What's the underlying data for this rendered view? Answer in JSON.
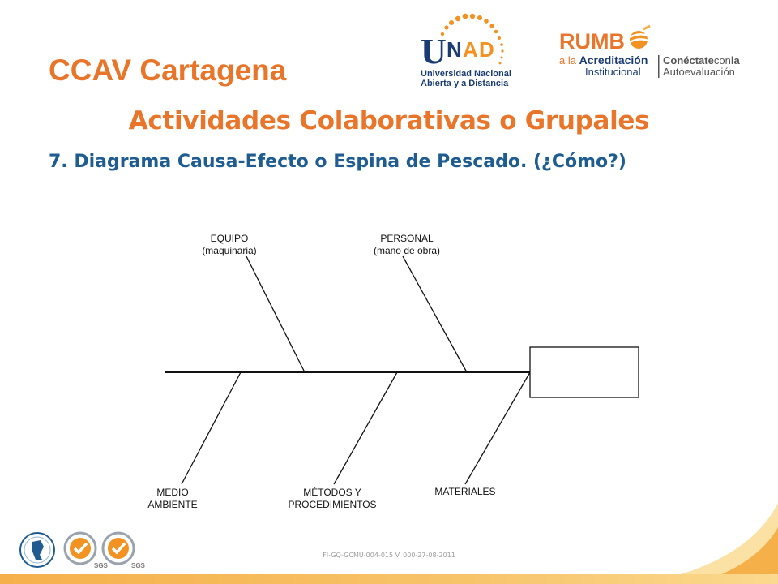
{
  "header": {
    "title": "CCAV Cartagena",
    "subtitle": "Actividades Colaborativas o Grupales",
    "section": "7.  Diagrama Causa-Efecto o Espina de Pescado.  (¿Cómo?)"
  },
  "logos": {
    "unad": {
      "letters": [
        "U",
        "N",
        "A",
        "D"
      ],
      "line1": "Universidad Nacional",
      "line2": "Abierta y a Distancia"
    },
    "rumbo": {
      "word": "RUMB",
      "line1_a": "a la ",
      "line1_b": "Acreditación",
      "line2": "Institucional",
      "right1_a": "Conéctate",
      "right1_b": "con",
      "right1_c": "la",
      "right2": "Autoevaluación"
    }
  },
  "diagram": {
    "causes_top": [
      {
        "line1": "EQUIPO",
        "line2": "(maquinaria)"
      },
      {
        "line1": "PERSONAL",
        "line2": "(mano de obra)"
      }
    ],
    "causes_bottom": [
      {
        "line1": "MEDIO",
        "line2": "AMBIENTE"
      },
      {
        "line1": "MÉTODOS Y",
        "line2": "PROCEDIMIENTOS"
      },
      {
        "line1": "MATERIALES",
        "line2": ""
      }
    ],
    "effect": ""
  },
  "footer": {
    "code": "FI-GQ-GCMU-004-015 V. 000-27-08-2011",
    "badges": [
      "SGS",
      "SGS"
    ]
  },
  "colors": {
    "orange": "#e8752a",
    "blue": "#1f5c8f",
    "unad_blue": "#1b3c73"
  }
}
